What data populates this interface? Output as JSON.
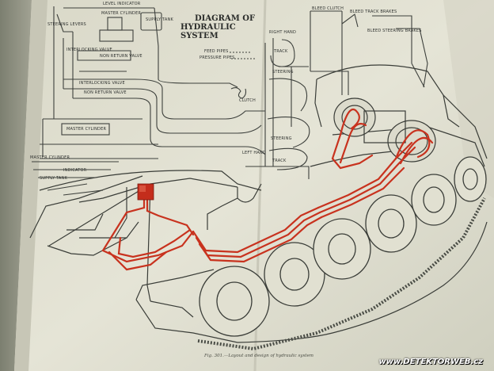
{
  "diagram": {
    "title_line1": "DIAGRAM OF",
    "title_line2": "HYDRAULIC SYSTEM",
    "legend": {
      "feed_pipes": "FEED PIPES",
      "pressure_pipes": "PRESSURE PIPES"
    },
    "labels": {
      "level_indicator": "LEVEL INDICATOR",
      "steering_levers": "STEERING LEVERS",
      "master_cylinder": "MASTER CYLINDER",
      "supply_tank": "SUPPLY TANK",
      "interlocking_valve": "INTERLOCKING VALVE",
      "non_return_valve": "NON RETURN VALVE",
      "interlocking_valve_2": "INTERLOCKING VALVE",
      "non_return_valve_2": "NON RETURN VALVE",
      "master_cylinder_2": "MASTER CYLINDER",
      "right_hand": "RIGHT HAND",
      "track_right": "TRACK",
      "steering_right": "STEERING",
      "clutch": "CLUTCH",
      "left_hand": "LEFT HAND",
      "steering_left": "STEERING",
      "track_left": "TRACK",
      "bleed_clutch": "BLEED CLUTCH",
      "bleed_track_brakes": "BLEED TRACK BRAKES",
      "bleed_steering_brakes": "BLEED STEERING BRAKES",
      "master_cylinder_3": "MASTER CYLINDER",
      "indicator": "INDICATOR",
      "supply_tank_2": "SUPPLY TANK"
    },
    "caption": "Fig. 301.—Layout and design of hydraulic system"
  },
  "watermark": "www.DETEKTORWEB.cz",
  "colors": {
    "page": "#e3e2d3",
    "ink": "#3a3c3a",
    "pressure_pipe": "#c8321e"
  }
}
